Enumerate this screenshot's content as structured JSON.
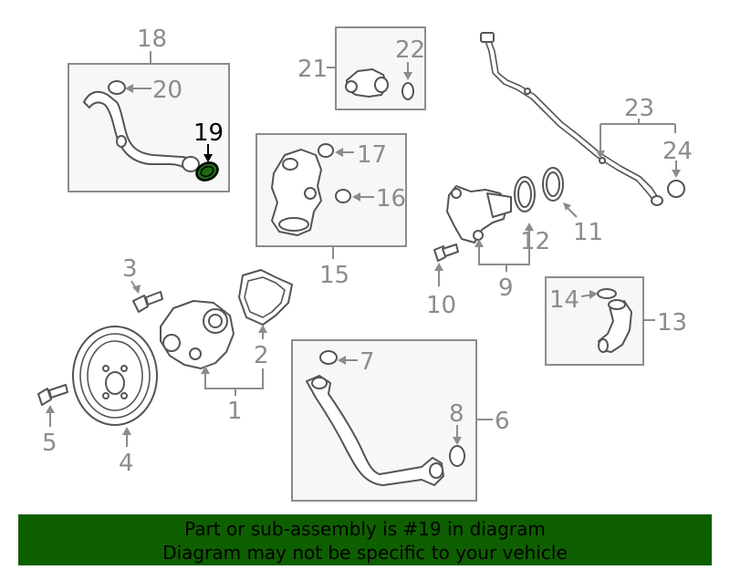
{
  "callouts": {
    "c1": "1",
    "c2": "2",
    "c3": "3",
    "c4": "4",
    "c5": "5",
    "c6": "6",
    "c7": "7",
    "c8": "8",
    "c9": "9",
    "c10": "10",
    "c11": "11",
    "c12": "12",
    "c13": "13",
    "c14": "14",
    "c15": "15",
    "c16": "16",
    "c17": "17",
    "c18": "18",
    "c19": "19",
    "c20": "20",
    "c21": "21",
    "c22": "22",
    "c23": "23",
    "c24": "24"
  },
  "highlight_part": "19",
  "colors": {
    "banner_bg": "#0e5f00",
    "highlight_part": "#1a6b12",
    "callout": "#8c8c8c"
  },
  "banner": {
    "line1": "Part or sub-assembly is #19 in diagram",
    "line2": "Diagram may not be specific to your vehicle"
  }
}
